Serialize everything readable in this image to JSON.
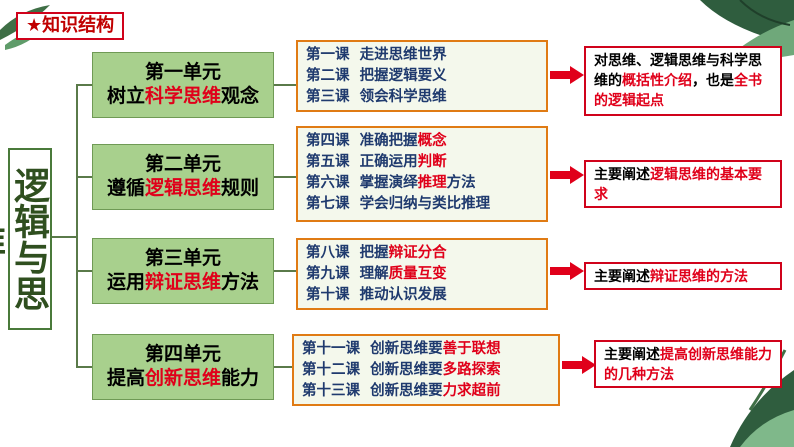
{
  "header": {
    "tag": "★知识结构"
  },
  "side_title": "逻辑与思维",
  "units": [
    {
      "title": "第一单元",
      "line_pre": "树立",
      "line_hl": "科学思维",
      "line_post": "观念"
    },
    {
      "title": "第二单元",
      "line_pre": "遵循",
      "line_hl": "逻辑思维",
      "line_post": "规则"
    },
    {
      "title": "第三单元",
      "line_pre": "运用",
      "line_hl": "辩证思维",
      "line_post": "方法"
    },
    {
      "title": "第四单元",
      "line_pre": "提高",
      "line_hl": "创新思维",
      "line_post": "能力"
    }
  ],
  "lessons": [
    [
      {
        "no": "第一课",
        "pre": "走进思维世界",
        "hl": "",
        "post": ""
      },
      {
        "no": "第二课",
        "pre": "把握逻辑要义",
        "hl": "",
        "post": ""
      },
      {
        "no": "第三课",
        "pre": "领会科学思维",
        "hl": "",
        "post": ""
      }
    ],
    [
      {
        "no": "第四课",
        "pre": "准确把握",
        "hl": "概念",
        "post": ""
      },
      {
        "no": "第五课",
        "pre": "正确运用",
        "hl": "判断",
        "post": ""
      },
      {
        "no": "第六课",
        "pre": "掌握演绎",
        "hl": "推理",
        "post": "方法"
      },
      {
        "no": "第七课",
        "pre": "学会归纳与类比推理",
        "hl": "",
        "post": ""
      }
    ],
    [
      {
        "no": "第八课",
        "pre": "把握",
        "hl": "辩证分合",
        "post": ""
      },
      {
        "no": "第九课",
        "pre": "理解",
        "hl": "质量互变",
        "post": ""
      },
      {
        "no": "第十课",
        "pre": "推动认识发展",
        "hl": "",
        "post": ""
      }
    ],
    [
      {
        "no": "第十一课",
        "pre": "创新思维要",
        "hl": "善于联想",
        "post": ""
      },
      {
        "no": "第十二课",
        "pre": "创新思维要",
        "hl": "多路探索",
        "post": ""
      },
      {
        "no": "第十三课",
        "pre": "创新思维要",
        "hl": "力求超前",
        "post": ""
      }
    ]
  ],
  "notes": [
    {
      "p1": "对思维、逻辑思维与科学思维的",
      "h1": "概括性介绍",
      "p2": "，也是",
      "h2": "全书的逻辑起点",
      "p3": ""
    },
    {
      "p1": "主要阐述",
      "h1": "逻辑思维的基本要求",
      "p2": "",
      "h2": "",
      "p3": ""
    },
    {
      "p1": "主要阐述",
      "h1": "辩证思维的方法",
      "p2": "",
      "h2": "",
      "p3": ""
    },
    {
      "p1": "主要阐述",
      "h1": "提高创新思维能力的几种方法",
      "p2": "",
      "h2": "",
      "p3": ""
    }
  ],
  "colors": {
    "unit_bg": "#a8d08d",
    "lesson_border": "#e07b14",
    "accent_red": "#e0001a",
    "arrow": "#e0001a",
    "tree_line": "#5a7a4a"
  },
  "icons": [
    "leaf-decoration-top-left",
    "leaf-decoration-top-right",
    "leaf-decoration-bottom-right",
    "arrow-right-icon"
  ]
}
